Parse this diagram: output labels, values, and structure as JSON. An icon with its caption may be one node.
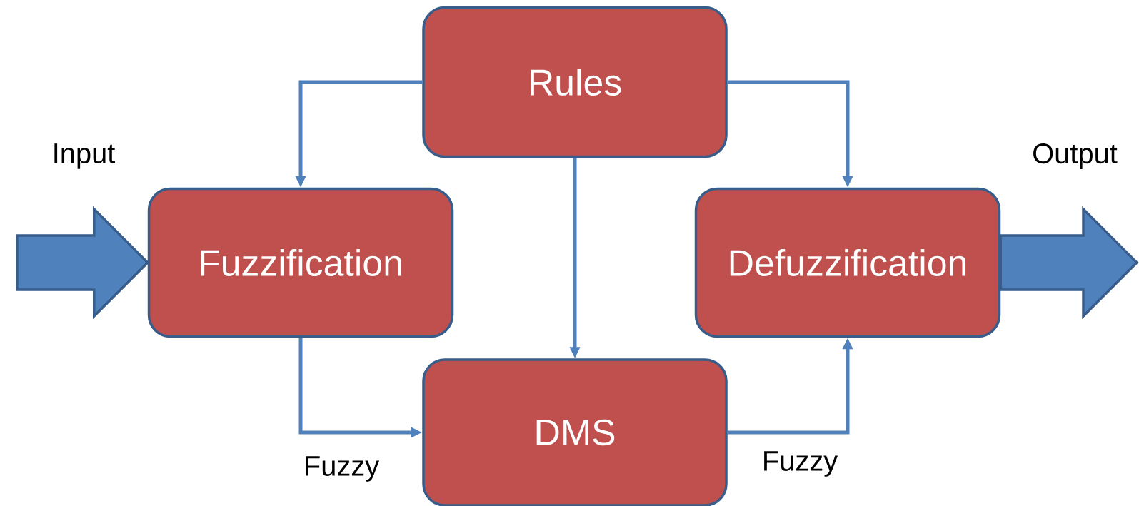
{
  "diagram": {
    "nodes": [
      {
        "text": [
          "Rules"
        ]
      },
      {
        "text": [
          "Fuzzification"
        ]
      },
      {
        "text": [
          "DMS"
        ]
      },
      {
        "text": [
          "Defuzzification"
        ]
      }
    ],
    "edges": [
      {
        "from": null,
        "to": 1,
        "arrow": "to",
        "label": "Input"
      },
      {
        "from": 0,
        "to": 1,
        "arrow": "to"
      },
      {
        "from": 0,
        "to": 2,
        "arrow": "to"
      },
      {
        "from": 0,
        "to": 3,
        "arrow": "to"
      },
      {
        "from": 1,
        "to": 2,
        "arrow": "to",
        "label": "Fuzzy"
      },
      {
        "from": 2,
        "to": 3,
        "arrow": "to",
        "label": "Fuzzy"
      },
      {
        "from": 3,
        "to": null,
        "arrow": "to",
        "label": "Output"
      }
    ]
  }
}
